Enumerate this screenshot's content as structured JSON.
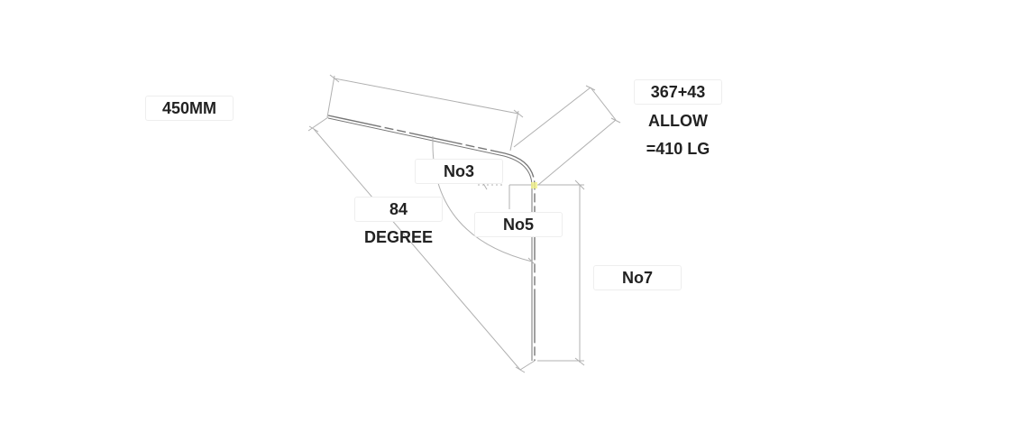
{
  "labels": {
    "length": "450MM",
    "angle_value": "84",
    "angle_unit": "DEGREE",
    "bar_3": "No3",
    "bar_5": "No5",
    "bar_7": "No7",
    "total_sum": "367+43",
    "allow": "ALLOW",
    "total_length": "=410 LG"
  },
  "colors": {
    "bar": "#777777",
    "dimension_line": "#b0b0b0",
    "text": "#222222",
    "label_border": "#eeeeee",
    "highlight": "#f2f28a"
  }
}
